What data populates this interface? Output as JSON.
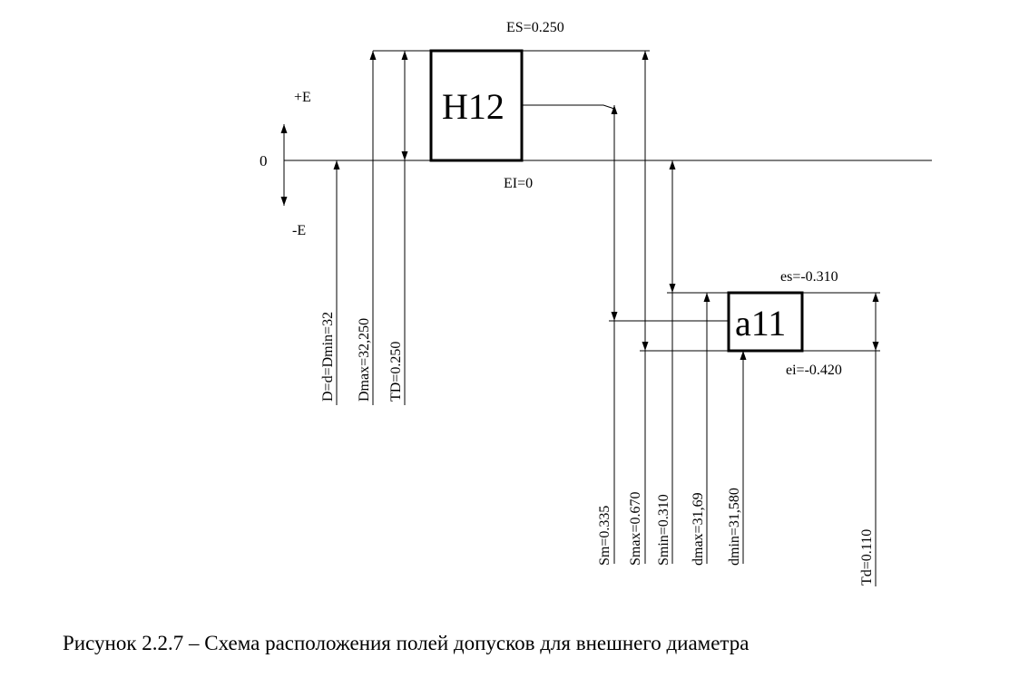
{
  "axis": {
    "zero": "0",
    "plus_e": "+E",
    "minus_e": "-E"
  },
  "hole_field": {
    "label": "H12",
    "es": "ES=0.250",
    "ei": "EI=0"
  },
  "shaft_field": {
    "label": "a11",
    "es": "es=-0.310",
    "ei": "ei=-0.420"
  },
  "dimensions": {
    "nominal": "D=d=Dmin=32",
    "dmax_hole": "Dmax=32,250",
    "td_hole": "TD=0.250",
    "sm": "Sm=0.335",
    "smax": "Smax=0.670",
    "smin": "Smin=0.310",
    "dmax_shaft": "dmax=31,69",
    "dmin_shaft": "dmin=31,580",
    "td_shaft": "Td=0.110"
  },
  "caption": "Рисунок 2.2.7 – Схема расположения полей допусков для внешнего диаметра"
}
